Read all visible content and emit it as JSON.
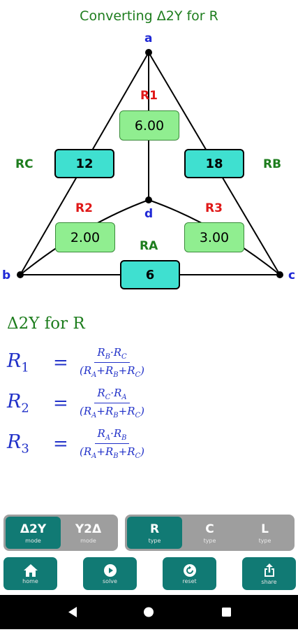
{
  "title": "Converting Δ2Y for R",
  "nodes": {
    "a": "a",
    "b": "b",
    "c": "c",
    "d": "d"
  },
  "resistors": {
    "R1": {
      "label": "R1",
      "value": "6.00"
    },
    "R2": {
      "label": "R2",
      "value": "2.00"
    },
    "R3": {
      "label": "R3",
      "value": "3.00"
    },
    "RA": {
      "label": "RA",
      "value": "6"
    },
    "RB": {
      "label": "RB",
      "value": "18"
    },
    "RC": {
      "label": "RC",
      "value": "12"
    }
  },
  "formulas": {
    "title": "Δ2Y for R",
    "r1": {
      "lhs": "R",
      "sub": "1",
      "eq": "=",
      "num": [
        "R",
        "B",
        "·R",
        "C"
      ],
      "den": [
        "(R",
        "A",
        "+R",
        "B",
        "+R",
        "C",
        ")"
      ]
    },
    "r2": {
      "lhs": "R",
      "sub": "2",
      "eq": "=",
      "num": [
        "R",
        "C",
        "·R",
        "A"
      ],
      "den": [
        "(R",
        "A",
        "+R",
        "B",
        "+R",
        "C",
        ")"
      ]
    },
    "r3": {
      "lhs": "R",
      "sub": "3",
      "eq": "=",
      "num": [
        "R",
        "A",
        "·R",
        "B"
      ],
      "den": [
        "(R",
        "A",
        "+R",
        "B",
        "+R",
        "C",
        ")"
      ]
    }
  },
  "mode_toggle": [
    {
      "main": "Δ2Y",
      "sub": "mode",
      "active": true
    },
    {
      "main": "Y2Δ",
      "sub": "mode",
      "active": false
    }
  ],
  "type_toggle": [
    {
      "main": "R",
      "sub": "type",
      "active": true
    },
    {
      "main": "C",
      "sub": "type",
      "active": false
    },
    {
      "main": "L",
      "sub": "type",
      "active": false
    }
  ],
  "actions": {
    "home": {
      "label": "home",
      "icon": "home-icon"
    },
    "solve": {
      "label": "solve",
      "icon": "play-icon"
    },
    "reset": {
      "label": "reset",
      "icon": "reset-icon"
    },
    "share": {
      "label": "share",
      "icon": "share-icon"
    }
  },
  "colors": {
    "teal_box": "#3fe0d0",
    "green_box": "#90ee90",
    "active_button": "#117a74",
    "inactive_group": "#9e9e9e",
    "node_label": "#1f28d6",
    "y_resistor_label": "#e01818",
    "delta_resistor_label": "#1e7d1e"
  }
}
